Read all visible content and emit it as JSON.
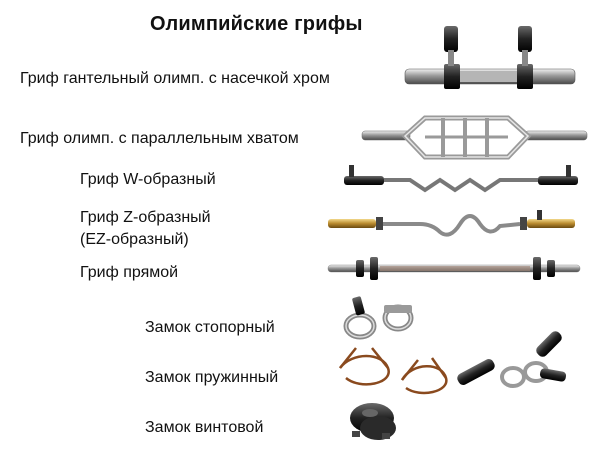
{
  "title": "Олимпийские грифы",
  "labels": {
    "dumbbell_bar": "Гриф гантельный олимп. с насечкой хром",
    "parallel_bar": "Гриф олимп. с параллельным хватом",
    "w_bar": "Гриф W-образный",
    "z_bar_line1": "Гриф Z-образный",
    "z_bar_line2": "(EZ-образный)",
    "straight_bar": "Гриф прямой",
    "stop_lock": "Замок стопорный",
    "spring_lock": "Замок пружинный",
    "screw_lock": "Замок винтовой"
  }
}
